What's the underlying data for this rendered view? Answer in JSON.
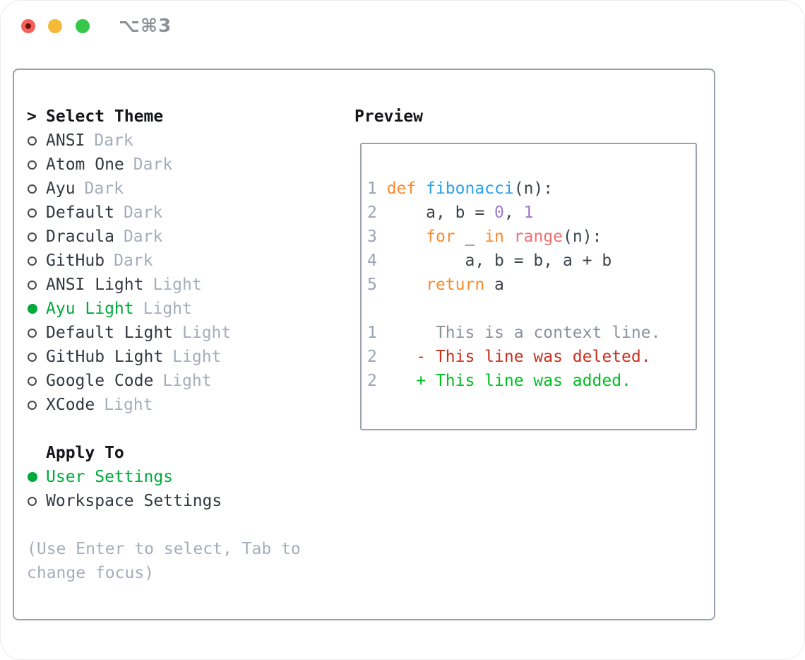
{
  "window": {
    "title": "⌥⌘3",
    "traffic_lights": {
      "close": "close-button",
      "minimize": "minimize-button",
      "zoom": "zoom-button"
    }
  },
  "theme_panel": {
    "header_prefix": ">",
    "header": "Select Theme",
    "themes": [
      {
        "name": "ANSI",
        "variant": "Dark",
        "selected": false
      },
      {
        "name": "Atom One",
        "variant": "Dark",
        "selected": false
      },
      {
        "name": "Ayu",
        "variant": "Dark",
        "selected": false
      },
      {
        "name": "Default",
        "variant": "Dark",
        "selected": false
      },
      {
        "name": "Dracula",
        "variant": "Dark",
        "selected": false
      },
      {
        "name": "GitHub",
        "variant": "Dark",
        "selected": false
      },
      {
        "name": "ANSI Light",
        "variant": "Light",
        "selected": false
      },
      {
        "name": "Ayu Light",
        "variant": "Light",
        "selected": true
      },
      {
        "name": "Default Light",
        "variant": "Light",
        "selected": false
      },
      {
        "name": "GitHub Light",
        "variant": "Light",
        "selected": false
      },
      {
        "name": "Google Code",
        "variant": "Light",
        "selected": false
      },
      {
        "name": "XCode",
        "variant": "Light",
        "selected": false
      }
    ],
    "apply_to": {
      "header": "Apply To",
      "options": [
        {
          "name": "User Settings",
          "selected": true
        },
        {
          "name": "Workspace Settings",
          "selected": false
        }
      ]
    },
    "hint": "(Use Enter to select, Tab to change focus)"
  },
  "preview": {
    "header": "Preview",
    "code_lines": [
      {
        "tokens": [
          {
            "t": "num",
            "s": "1 "
          },
          {
            "t": "kw",
            "s": "def "
          },
          {
            "t": "fn",
            "s": "fibonacci"
          },
          {
            "t": "plain",
            "s": "(n):"
          }
        ]
      },
      {
        "tokens": [
          {
            "t": "num",
            "s": "2 "
          },
          {
            "t": "plain",
            "s": "    a, b = "
          },
          {
            "t": "lit",
            "s": "0"
          },
          {
            "t": "plain",
            "s": ", "
          },
          {
            "t": "lit",
            "s": "1"
          }
        ]
      },
      {
        "tokens": [
          {
            "t": "num",
            "s": "3 "
          },
          {
            "t": "plain",
            "s": "    "
          },
          {
            "t": "kw",
            "s": "for"
          },
          {
            "t": "plain",
            "s": " _ "
          },
          {
            "t": "kw",
            "s": "in"
          },
          {
            "t": "plain",
            "s": " "
          },
          {
            "t": "call",
            "s": "range"
          },
          {
            "t": "plain",
            "s": "(n):"
          }
        ]
      },
      {
        "tokens": [
          {
            "t": "num",
            "s": "4 "
          },
          {
            "t": "plain",
            "s": "        a, b = b, a + b"
          }
        ]
      },
      {
        "tokens": [
          {
            "t": "num",
            "s": "5 "
          },
          {
            "t": "plain",
            "s": "    "
          },
          {
            "t": "kw",
            "s": "return"
          },
          {
            "t": "plain",
            "s": " a"
          }
        ]
      },
      {
        "tokens": []
      },
      {
        "tokens": [
          {
            "t": "num",
            "s": "1 "
          },
          {
            "t": "ctx",
            "s": "     This is a context line."
          }
        ]
      },
      {
        "tokens": [
          {
            "t": "num",
            "s": "2 "
          },
          {
            "t": "del",
            "s": "   - This line was deleted."
          }
        ]
      },
      {
        "tokens": [
          {
            "t": "num",
            "s": "2 "
          },
          {
            "t": "add",
            "s": "   + This line was added."
          }
        ]
      }
    ]
  },
  "colors": {
    "accent_green": "#00a93c",
    "diff_added": "#00bf22",
    "diff_deleted": "#c8301f",
    "keyword_orange": "#f98b2d",
    "function_blue": "#2ba3e8",
    "call_coral": "#f07171",
    "literal_purple": "#a37acc",
    "code_text": "#3e434b",
    "line_number_gray": "#9aa3b2",
    "context_gray": "#8b929c",
    "muted_gray": "#a5adba",
    "panel_border": "#99a2af",
    "traffic_red": "#f4615b",
    "traffic_yellow": "#f5bb38",
    "traffic_green": "#34c74a"
  }
}
